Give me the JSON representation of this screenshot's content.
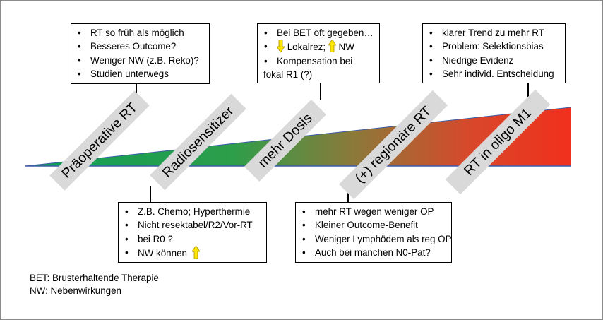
{
  "labels": {
    "l1": "Präoperative RT",
    "l2": "Radiosensitizer",
    "l3": "mehr Dosis",
    "l4": "(+) regionäre RT",
    "l5": "RT in oligo M1"
  },
  "boxes": {
    "b1": [
      "RT so früh als möglich",
      "Besseres Outcome?",
      "Weniger NW (z.B. Reko)?",
      "Studien unterwegs"
    ],
    "b2": {
      "item1": "Z.B. Chemo; Hyperthermie",
      "item2": "Nicht resektabel/R2/Vor-RT",
      "item3": "bei R0 ?",
      "item4": "NW können"
    },
    "b3": {
      "item1": "Bei BET oft gegeben…",
      "item2a": "Lokalrez;",
      "item2b": "NW",
      "item3a": "Kompensation bei",
      "item3b": "fokal R1 (?)"
    },
    "b4": [
      "mehr RT wegen weniger OP",
      "Kleiner Outcome-Benefit",
      "Weniger Lymphödem als reg OP",
      "Auch bei manchen N0-Pat?"
    ],
    "b5": [
      "klarer Trend zu mehr RT",
      "Problem: Selektionsbias",
      "Niedrige Evidenz",
      "Sehr individ. Entscheidung"
    ]
  },
  "legend": {
    "line1": "BET: Brusterhaltende Therapie",
    "line2": "NW: Nebenwirkungen"
  },
  "colors": {
    "green": "#1aa552",
    "mid": "#8b7a3a",
    "red": "#f0301c",
    "arrow_fill": "#ffe600",
    "arrow_stroke": "#a89000",
    "label_bg": "#d9d9d9"
  }
}
